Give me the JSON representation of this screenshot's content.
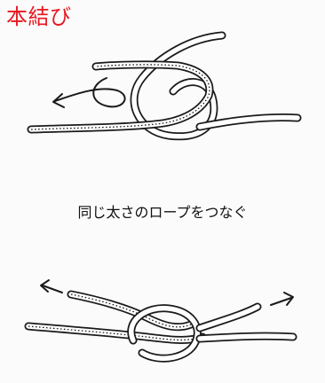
{
  "title": "本結び",
  "caption": "同じ太さのロープをつなぐ",
  "colors": {
    "title": "#e8161f",
    "ink": "#1a1a1a",
    "paper": "#fbfbfb"
  },
  "illustrations": [
    {
      "name": "reef-knot-step-1",
      "arrows": [
        "arrow-left"
      ]
    },
    {
      "name": "reef-knot-step-2",
      "arrows": [
        "arrow-left",
        "arrow-right"
      ]
    }
  ]
}
